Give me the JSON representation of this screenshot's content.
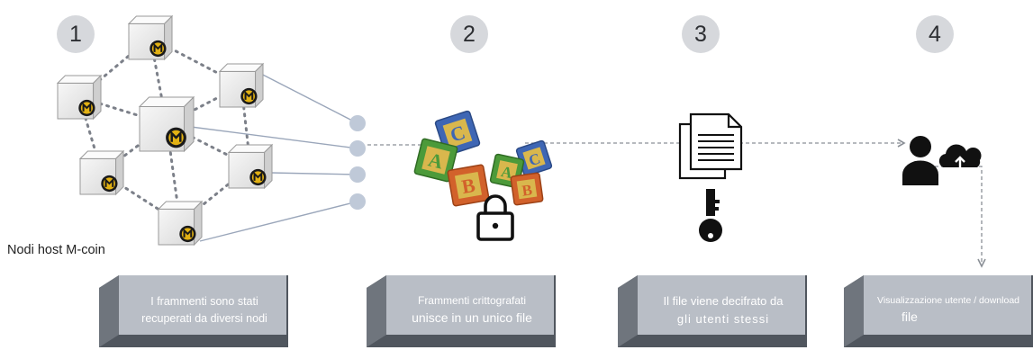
{
  "steps": [
    "1",
    "2",
    "3",
    "4"
  ],
  "hosts_label": "Nodi host M-coin",
  "node_icon": "m-coin-icon",
  "captions": [
    {
      "line1": "I frammenti sono stati",
      "line2": "recuperati da diversi nodi"
    },
    {
      "line1": "Frammenti crittografati",
      "line2": "unisce in un unico file"
    },
    {
      "line1": "Il file viene decifrato da",
      "line2": "gli utenti stessi"
    },
    {
      "line1": "Visualizzazione utente / download",
      "line2": "file"
    }
  ],
  "icons": {
    "blocks": "abc-blocks-icon",
    "lock": "lock-icon",
    "document": "document-icon",
    "key": "key-icon",
    "user": "user-icon",
    "cloud": "cloud-upload-icon"
  },
  "colors": {
    "caption_face": "#b9bec6",
    "caption_edge": "#50565e",
    "step_badge": "#d6d8dc",
    "node_connector": "#bfc9d8",
    "coin": "#e2b113",
    "block_green": "#4c9a3a",
    "block_blue": "#3e66b4",
    "block_orange": "#d2612b"
  }
}
